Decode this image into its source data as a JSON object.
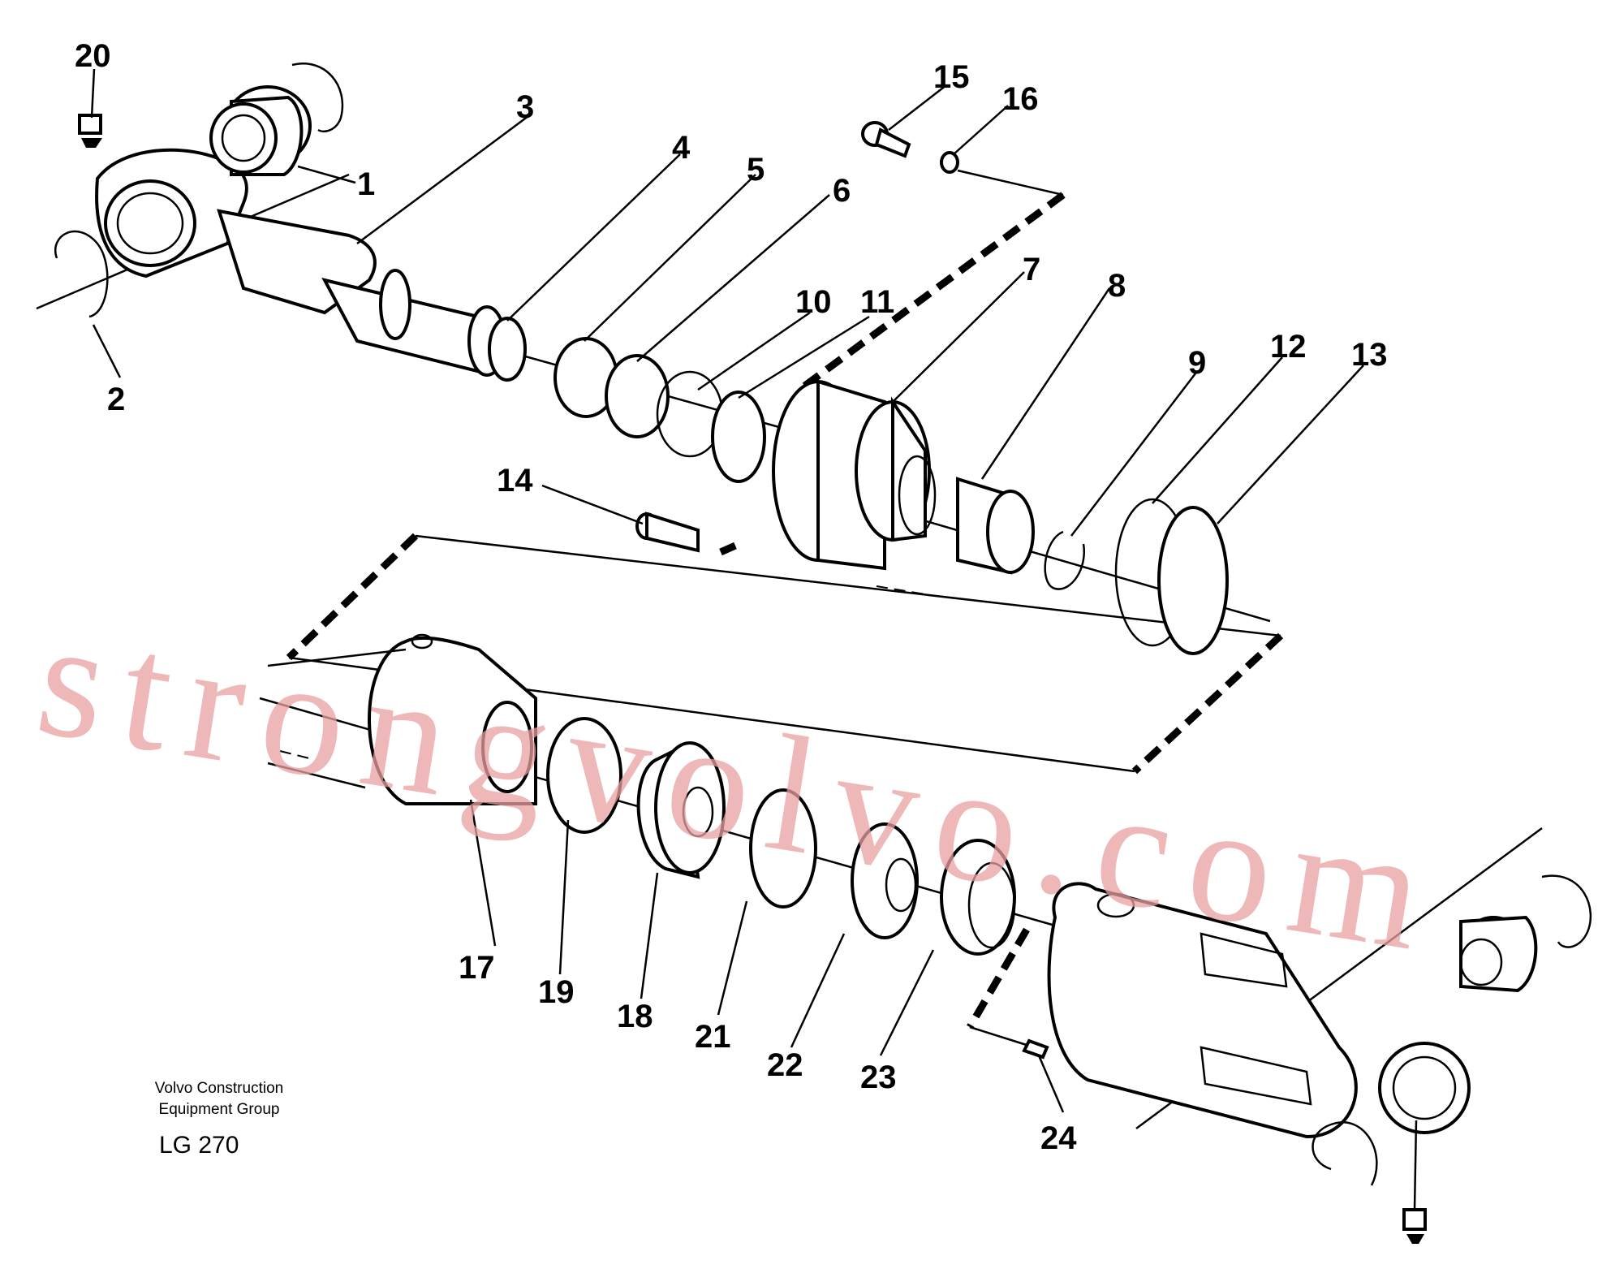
{
  "diagram": {
    "labels": [
      "1",
      "2",
      "3",
      "4",
      "5",
      "6",
      "7",
      "8",
      "9",
      "10",
      "11",
      "12",
      "13",
      "14",
      "15",
      "16",
      "17",
      "18",
      "19",
      "20",
      "21",
      "22",
      "23",
      "24"
    ],
    "watermark": "strongvolvo.com",
    "footer": {
      "company_line1": "Volvo Construction",
      "company_line2": "Equipment Group",
      "code": "LG 270"
    }
  }
}
